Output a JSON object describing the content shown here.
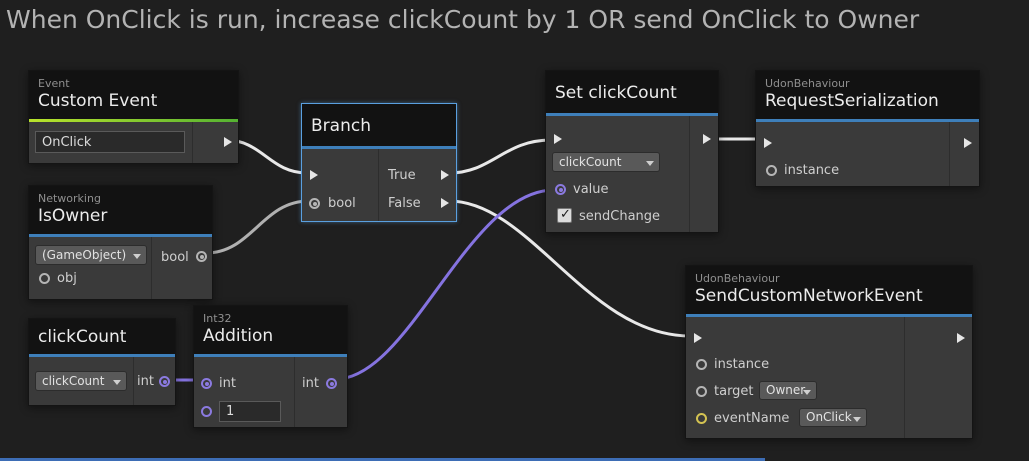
{
  "heading": "When OnClick is run, increase clickCount by 1 OR send OnClick to Owner",
  "nodes": {
    "custom_event": {
      "category": "Event",
      "title": "Custom Event",
      "event_name": "OnClick"
    },
    "is_owner": {
      "category": "Networking",
      "title": "IsOwner",
      "target_dropdown": "(GameObject)",
      "input_label": "obj",
      "output_label": "bool"
    },
    "branch": {
      "title": "Branch",
      "condition_label": "bool",
      "true_label": "True",
      "false_label": "False"
    },
    "set_clickcount": {
      "title": "Set clickCount",
      "variable_dropdown": "clickCount",
      "value_label": "value",
      "send_change_label": "sendChange",
      "send_change_checked": true
    },
    "request_serialization": {
      "category": "UdonBehaviour",
      "title": "RequestSerialization",
      "instance_label": "instance"
    },
    "send_custom_network_event": {
      "category": "UdonBehaviour",
      "title": "SendCustomNetworkEvent",
      "instance_label": "instance",
      "target_label": "target",
      "target_dropdown": "Owner",
      "event_name_label": "eventName",
      "event_name_dropdown": "OnClick"
    },
    "clickcount_variable": {
      "title": "clickCount",
      "variable_dropdown": "clickCount",
      "output_label": "int"
    },
    "addition": {
      "category": "Int32",
      "title": "Addition",
      "input_a_label": "int",
      "input_b_value": "1",
      "output_label": "int"
    }
  },
  "colors": {
    "background": "#1F1F1F",
    "node_body": "#3A3A3A",
    "node_header": "#121212",
    "accent_event_green": "#8CCB2F",
    "accent_blue": "#3E7FBA",
    "selected_outline": "#55A0E0",
    "wire_flow_white": "#E8E8E8",
    "wire_bool_gray": "#B0B0B0",
    "wire_int_purple": "#8573E0",
    "port_yellow": "#D4C352"
  }
}
